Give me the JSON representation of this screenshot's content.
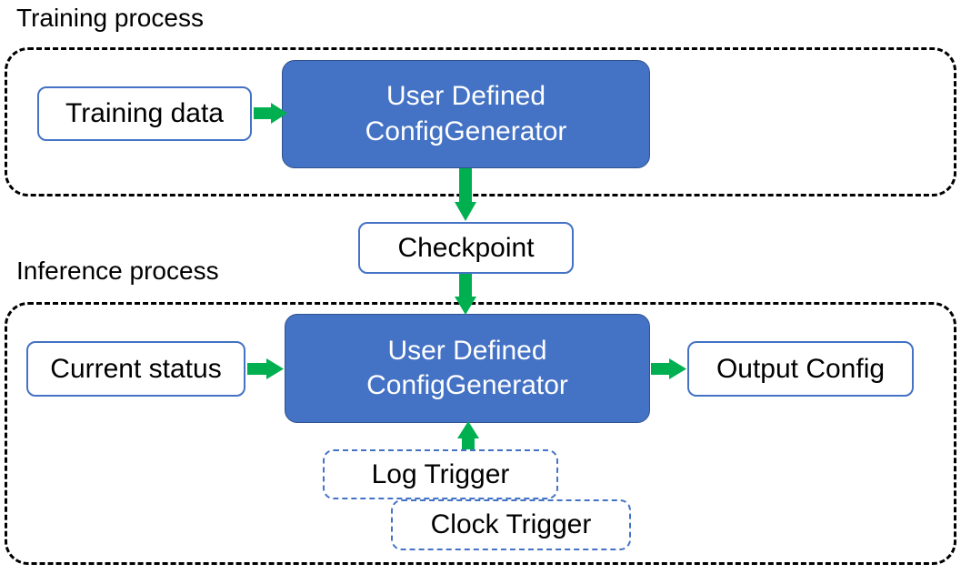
{
  "diagram": {
    "title_training": "Training process",
    "title_inference": "Inference process",
    "colors": {
      "process_fill": "#4472C4",
      "process_stroke": "#2F528F",
      "box_outline": "#4472C4",
      "arrow_green": "#00B050",
      "container_dash": "#000000",
      "text_dark": "#000000",
      "text_light": "#FFFFFF"
    }
  },
  "training": {
    "input_label": "Training data",
    "process_line1": "User Defined",
    "process_line2": "ConfigGenerator"
  },
  "checkpoint": {
    "label": "Checkpoint"
  },
  "inference": {
    "input_label": "Current status",
    "process_line1": "User Defined",
    "process_line2": "ConfigGenerator",
    "output_label": "Output Config",
    "triggers": [
      {
        "label": "Log Trigger"
      },
      {
        "label": "Clock Trigger"
      }
    ]
  },
  "arrows": [
    {
      "name": "training-data-to-process",
      "direction": "right"
    },
    {
      "name": "training-process-to-checkpoint",
      "direction": "down"
    },
    {
      "name": "checkpoint-to-inference-process",
      "direction": "down"
    },
    {
      "name": "current-status-to-process",
      "direction": "right"
    },
    {
      "name": "process-to-output-config",
      "direction": "right"
    },
    {
      "name": "log-trigger-to-process",
      "direction": "up"
    }
  ]
}
